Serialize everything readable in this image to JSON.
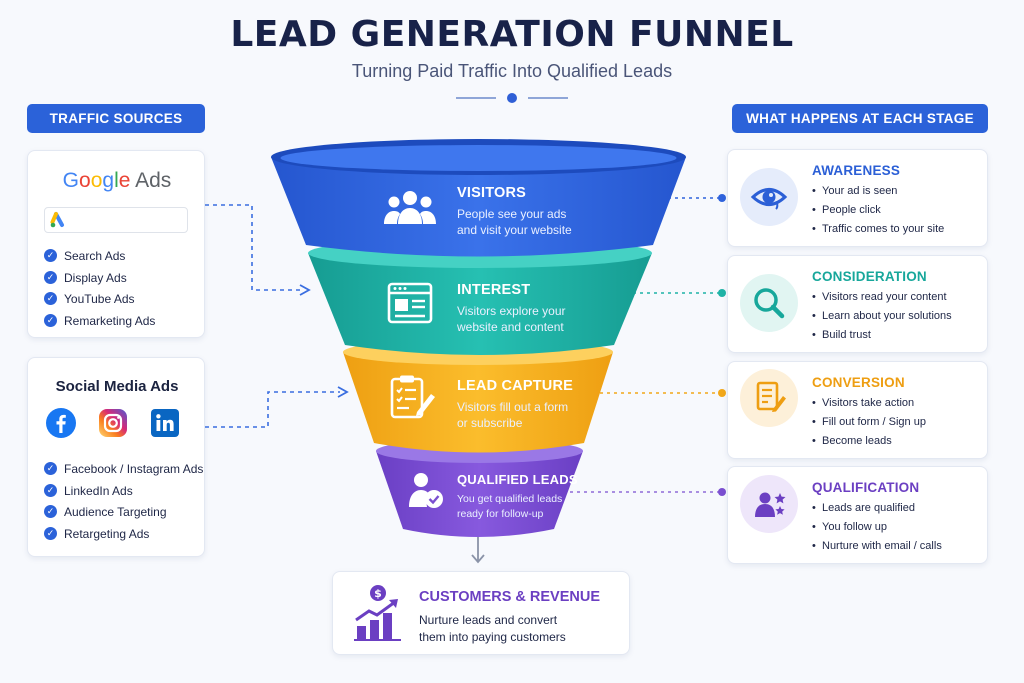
{
  "header": {
    "title": "LEAD GENERATION FUNNEL",
    "subtitle": "Turning Paid Traffic Into Qualified Leads"
  },
  "left": {
    "section_label": "TRAFFIC SOURCES",
    "google_ads": {
      "logo_letters": [
        "G",
        "o",
        "o",
        "g",
        "l",
        "e"
      ],
      "logo_suffix": "Ads",
      "items": [
        "Search Ads",
        "Display Ads",
        "YouTube Ads",
        "Remarketing Ads"
      ]
    },
    "social_ads": {
      "title": "Social Media Ads",
      "icons": [
        "facebook-icon",
        "instagram-icon",
        "linkedin-icon"
      ],
      "items": [
        "Facebook / Instagram Ads",
        "LinkedIn Ads",
        "Audience Targeting",
        "Retargeting Ads"
      ]
    }
  },
  "funnel": {
    "stages": [
      {
        "title": "VISITORS",
        "desc": [
          "People see your ads",
          "and visit your website"
        ],
        "color": "#2f63dc",
        "icon": "users-icon"
      },
      {
        "title": "INTEREST",
        "desc": [
          "Visitors explore your",
          "website and content"
        ],
        "color": "#1fb3a6",
        "icon": "browser-window-icon"
      },
      {
        "title": "LEAD CAPTURE",
        "desc": [
          "Visitors fill out a form",
          "or subscribe"
        ],
        "color": "#f6b323",
        "icon": "form-pen-icon"
      },
      {
        "title": "QUALIFIED LEADS",
        "desc": [
          "You get qualified leads",
          "ready for follow-up"
        ],
        "color": "#7b4fd0",
        "icon": "user-check-icon"
      }
    ]
  },
  "right": {
    "section_label": "WHAT HAPPENS AT EACH STAGE",
    "stages": [
      {
        "title": "AWARENESS",
        "color": "#2b5fd6",
        "icon": "eye-icon",
        "items": [
          "Your ad is seen",
          "People click",
          "Traffic comes to your site"
        ]
      },
      {
        "title": "CONSIDERATION",
        "color": "#17a79b",
        "icon": "magnifier-icon",
        "items": [
          "Visitors read your content",
          "Learn about your solutions",
          "Build trust"
        ]
      },
      {
        "title": "CONVERSION",
        "color": "#ee9e12",
        "icon": "document-pen-icon",
        "items": [
          "Visitors take action",
          "Fill out form / Sign up",
          "Become leads"
        ]
      },
      {
        "title": "QUALIFICATION",
        "color": "#6b3fc2",
        "icon": "user-star-icon",
        "items": [
          "Leads are qualified",
          "You follow up",
          "Nurture with email / calls"
        ]
      }
    ]
  },
  "outcome": {
    "title": "CUSTOMERS & REVENUE",
    "desc": [
      "Nurture leads and convert",
      "them into paying customers"
    ],
    "icon": "revenue-growth-icon"
  },
  "colors": {
    "primary_blue": "#2b62d9",
    "teal": "#1fb3a6",
    "amber": "#f6b323",
    "purple": "#7b4fd0",
    "navy_text": "#182249"
  }
}
